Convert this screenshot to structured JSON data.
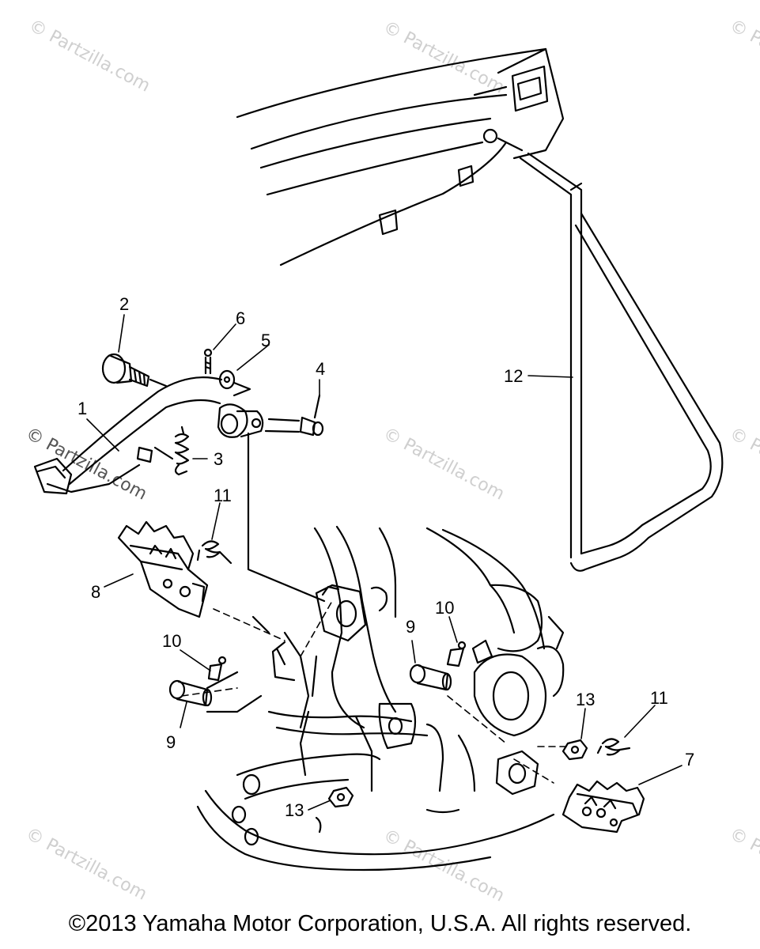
{
  "watermark": {
    "text": "© Partzilla.com"
  },
  "callouts": {
    "c1": "1",
    "c2": "2",
    "c3": "3",
    "c4": "4",
    "c5": "5",
    "c6": "6",
    "c7": "7",
    "c8": "8",
    "c9a": "9",
    "c9b": "9",
    "c10a": "10",
    "c10b": "10",
    "c11a": "11",
    "c11b": "11",
    "c12": "12",
    "c13a": "13",
    "c13b": "13"
  },
  "footer": {
    "copyright": "©2013 Yamaha Motor Corporation, U.S.A. All rights reserved."
  }
}
